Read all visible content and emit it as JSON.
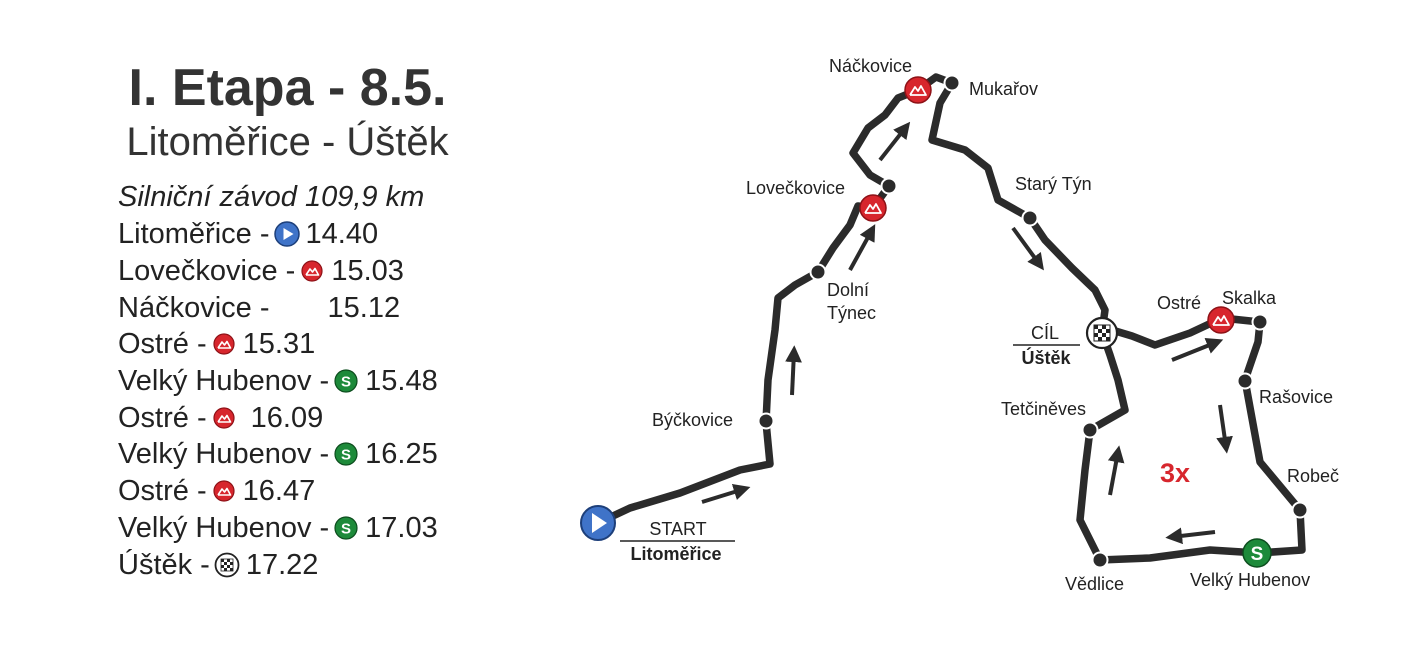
{
  "header": {
    "title": "I. Etapa - 8.5.",
    "subtitle": "Litoměřice - Úštěk",
    "race_type": "Silniční závod 109,9 km"
  },
  "schedule": [
    {
      "place": "Litoměřice  -",
      "icon": "start-icon",
      "time": "14.40"
    },
    {
      "place": "Lovečkovice -",
      "icon": "climb-icon",
      "time": "15.03"
    },
    {
      "place": "Náčkovice -",
      "icon": "none",
      "time": "15.12"
    },
    {
      "place": "Ostré -",
      "icon": "climb-icon",
      "time": "15.31"
    },
    {
      "place": "Velký Hubenov -",
      "icon": "sprint-icon",
      "time": "15.48"
    },
    {
      "place": "Ostré -",
      "icon": "climb-icon",
      "time": "16.09"
    },
    {
      "place": "Velký Hubenov -",
      "icon": "sprint-icon",
      "time": "16.25"
    },
    {
      "place": "Ostré -",
      "icon": "climb-icon",
      "time": "16.47"
    },
    {
      "place": "Velký Hubenov -",
      "icon": "sprint-icon",
      "time": "17.03"
    },
    {
      "place": "Úštěk -",
      "icon": "finish-icon",
      "time": "17.22"
    }
  ],
  "map": {
    "start": {
      "label": "START",
      "place": "Litoměřice"
    },
    "finish": {
      "label": "CÍL",
      "place": "Úštěk"
    },
    "laps": "3x",
    "places": {
      "byckovice": "Býčkovice",
      "dolni_1": "Dolní",
      "dolni_2": "Týnec",
      "loveckovice": "Lovečkovice",
      "nackovice": "Náčkovice",
      "mukarov": "Mukařov",
      "stary_tyn": "Starý Týn",
      "ostre": "Ostré",
      "skalka": "Skalka",
      "rasovice": "Rašovice",
      "robec": "Robeč",
      "velky_hubenov": "Velký Hubenov",
      "vedlice": "Vědlice",
      "tetcineves": "Tetčiněves"
    }
  },
  "colors": {
    "route": "#2b2b2b",
    "start": "#3f73c8",
    "climb": "#d7262d",
    "sprint": "#1d8a3a",
    "laps": "#d7262d"
  }
}
